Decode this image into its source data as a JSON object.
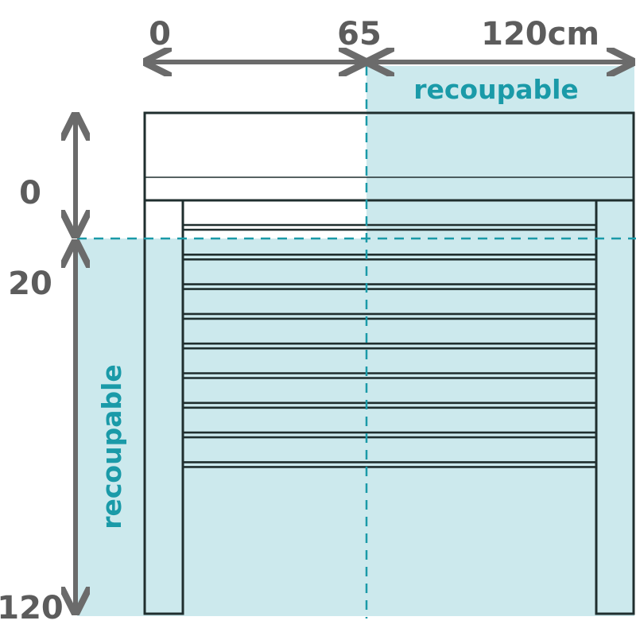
{
  "top_scale": {
    "tick_start": "0",
    "tick_middle": "65",
    "tick_end": "120cm"
  },
  "left_scale": {
    "tick_top": "0",
    "tick_middle": "20",
    "tick_bottom": "120"
  },
  "zones": {
    "width_zone_label": "recoupable",
    "height_zone_label": "recoupable"
  },
  "shutter": {
    "slat_count": 9
  },
  "colors": {
    "highlight_fill": "#cce9ed",
    "label_teal": "#1a9aa8",
    "dimension_gray": "#5c5c5c",
    "outline": "#1f2e2e"
  }
}
